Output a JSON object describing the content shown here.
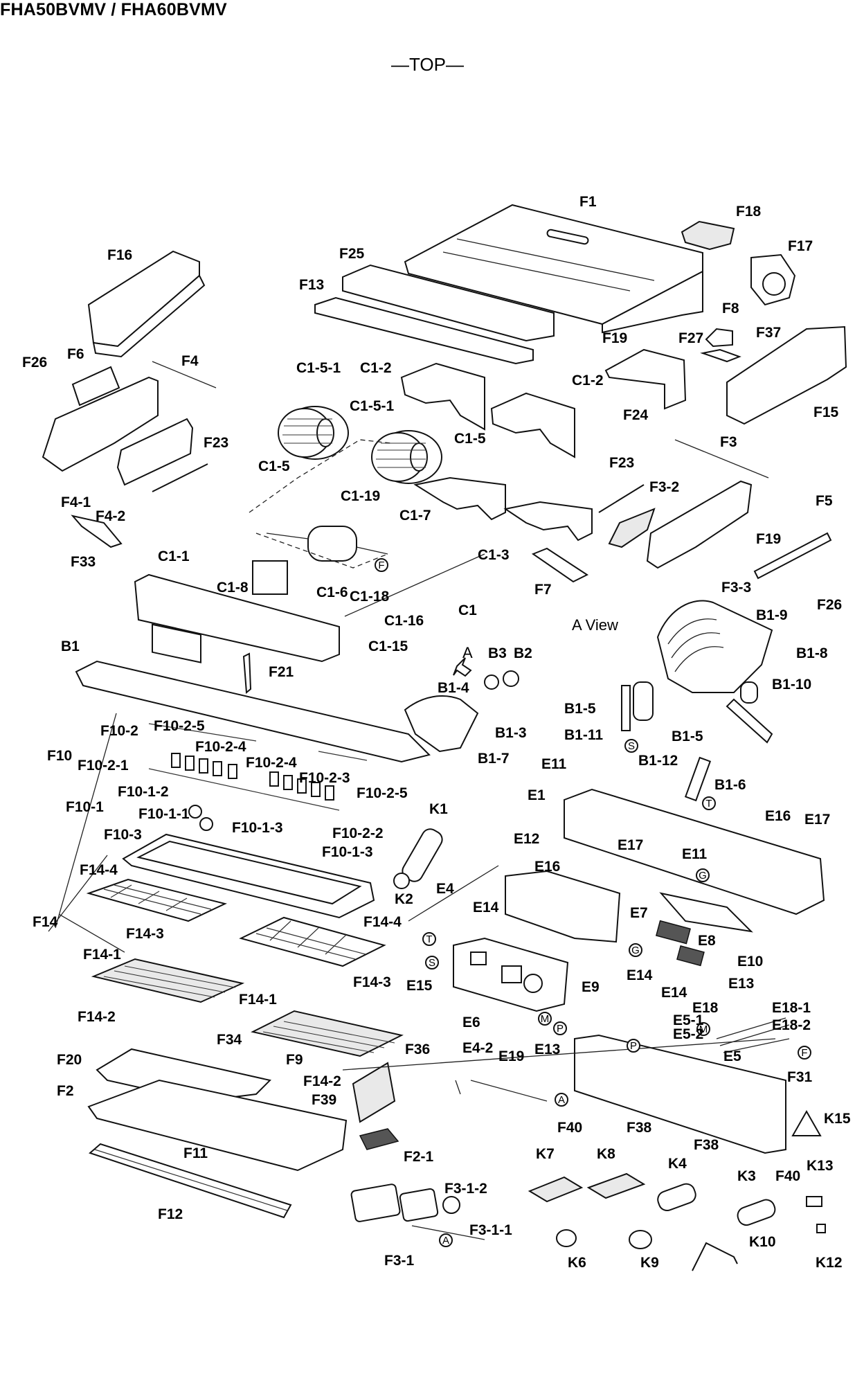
{
  "title": "FHA50BVMV / FHA60BVMV",
  "view": "—TOP—",
  "a_view_label": "A View",
  "a_arrow_label": "A",
  "circle_markers": [
    "S",
    "T",
    "M",
    "P",
    "G",
    "F",
    "A"
  ],
  "part_labels": [
    "F1",
    "F18",
    "F16",
    "F25",
    "F17",
    "F13",
    "F8",
    "F37",
    "F19",
    "F27",
    "F26",
    "F6",
    "F4",
    "C1-5-1",
    "C1-2",
    "C1-2",
    "F24",
    "F15",
    "C1-5-1",
    "F23",
    "C1-5",
    "C1-5",
    "F3",
    "F23",
    "F3-2",
    "F5",
    "F4-1",
    "F4-2",
    "C1-19",
    "C1-7",
    "F33",
    "F19",
    "C1-1",
    "C1-3",
    "F7",
    "F3-3",
    "F26",
    "C1-8",
    "C1-6",
    "C1-18",
    "C1",
    "C1-16",
    "B1-9",
    "B1",
    "C1-15",
    "B3",
    "B2",
    "B1-8",
    "F21",
    "B1-4",
    "B1-10",
    "B1-5",
    "F10-2",
    "B1-3",
    "F10-2-5",
    "B1-11",
    "F10-2-4",
    "B1-7",
    "B1-12",
    "F10",
    "F10-2-1",
    "F10-2-4",
    "B1-5",
    "F10-2-3",
    "E11",
    "F10-2-5",
    "B1-6",
    "F10-1-2",
    "E1",
    "F10-1",
    "F10-1-1",
    "F10-1-3",
    "K1",
    "E16",
    "E17",
    "F10-3",
    "F10-2-2",
    "E12",
    "F10-1-3",
    "E17",
    "E11",
    "F14-4",
    "E16",
    "K2",
    "E4",
    "F14",
    "E14",
    "F14-4",
    "E7",
    "F14-3",
    "E8",
    "F14-1",
    "E10",
    "E15",
    "E14",
    "E9",
    "F14-3",
    "E13",
    "E14",
    "F14-1",
    "E18",
    "E18-1",
    "F14-2",
    "E5-1",
    "E18-2",
    "E6",
    "E5-2",
    "F34",
    "E4-2",
    "E13",
    "E19",
    "E5",
    "F36",
    "F20",
    "F9",
    "F14-2",
    "F31",
    "F2",
    "F39",
    "F40",
    "F38",
    "K15",
    "F11",
    "F2-1",
    "F38",
    "F40",
    "K13",
    "K7",
    "K8",
    "K4",
    "K3",
    "F12",
    "F3-1-2",
    "F3-1-1",
    "K6",
    "K9",
    "K10",
    "K12",
    "F3-1"
  ]
}
